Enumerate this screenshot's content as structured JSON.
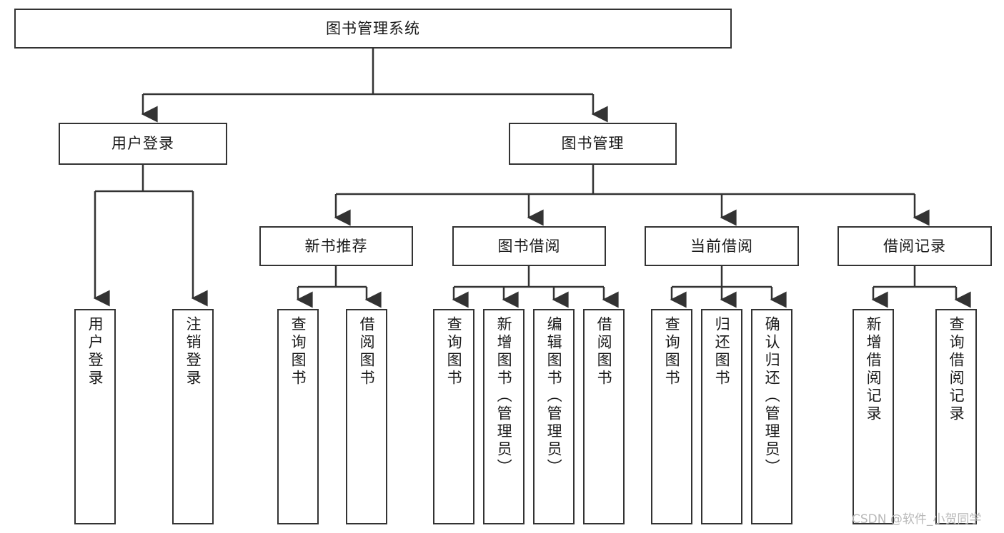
{
  "diagram": {
    "title": "图书管理系统",
    "type": "tree-hierarchy",
    "root": {
      "id": "root",
      "label": "图书管理系统",
      "orientation": "horizontal"
    },
    "level2": [
      {
        "id": "user-login",
        "label": "用户登录",
        "orientation": "horizontal"
      },
      {
        "id": "book-management",
        "label": "图书管理",
        "orientation": "horizontal"
      }
    ],
    "level3": [
      {
        "id": "new-book-recommend",
        "label": "新书推荐",
        "orientation": "horizontal",
        "parent": "book-management"
      },
      {
        "id": "book-borrow",
        "label": "图书借阅",
        "orientation": "horizontal",
        "parent": "book-management"
      },
      {
        "id": "current-borrow",
        "label": "当前借阅",
        "orientation": "horizontal",
        "parent": "book-management"
      },
      {
        "id": "borrow-record",
        "label": "借阅记录",
        "orientation": "horizontal",
        "parent": "book-management"
      }
    ],
    "leaves": {
      "user_login": [
        {
          "id": "leaf-user-login",
          "label": "用户登录"
        },
        {
          "id": "leaf-logout",
          "label": "注销登录"
        }
      ],
      "new_book_recommend": [
        {
          "id": "leaf-query-book-1",
          "label": "查询图书"
        },
        {
          "id": "leaf-borrow-book-1",
          "label": "借阅图书"
        }
      ],
      "book_borrow": [
        {
          "id": "leaf-query-book-2",
          "label": "查询图书"
        },
        {
          "id": "leaf-add-book",
          "label": "新增图书（管理员）"
        },
        {
          "id": "leaf-edit-book",
          "label": "编辑图书（管理员）"
        },
        {
          "id": "leaf-borrow-book-2",
          "label": "借阅图书"
        }
      ],
      "current_borrow": [
        {
          "id": "leaf-query-book-3",
          "label": "查询图书"
        },
        {
          "id": "leaf-return-book",
          "label": "归还图书"
        },
        {
          "id": "leaf-confirm-return",
          "label": "确认归还（管理员）"
        }
      ],
      "borrow_record": [
        {
          "id": "leaf-add-record",
          "label": "新增借阅记录"
        },
        {
          "id": "leaf-query-record",
          "label": "查询借阅记录"
        }
      ]
    }
  },
  "watermark": {
    "text": "CSDN @软件_小贺同学"
  },
  "colors": {
    "stroke": "#333333",
    "background": "#ffffff",
    "text": "#1a1a1a",
    "watermark": "#b8b8b8"
  }
}
